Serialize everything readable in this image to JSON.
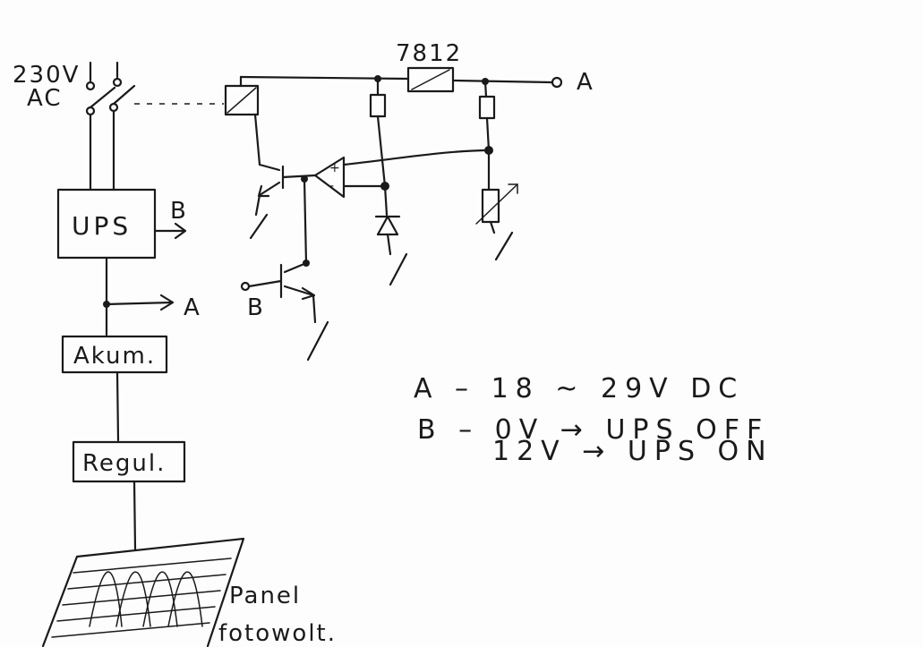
{
  "mains": {
    "voltage": "230V",
    "type": "AC"
  },
  "blocks": {
    "ups": "UPS",
    "battery": "Akum.",
    "regulator": "Regul.",
    "panel_line1": "Panel",
    "panel_line2": "fotowolt."
  },
  "components": {
    "regulator": "7812",
    "op_plus": "+",
    "op_minus": "-"
  },
  "signals": {
    "a": "A",
    "b": "B"
  },
  "legend": [
    "A – 18 ~ 29V DC",
    "B – 0V → UPS OFF",
    "12V → UPS ON"
  ]
}
